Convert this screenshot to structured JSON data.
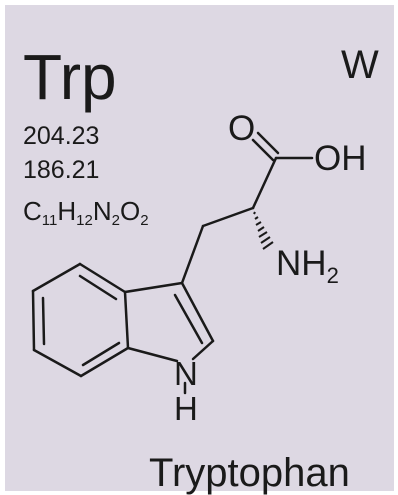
{
  "amino_acid": {
    "three_letter": "Trp",
    "one_letter": "W",
    "molecular_weight": "204.23",
    "residue_weight": "186.21",
    "formula": {
      "C": "C",
      "C_count": "11",
      "H": "H",
      "H_count": "12",
      "N": "N",
      "N_count": "2",
      "O": "O",
      "O_count": "2"
    },
    "name": "Tryptophan"
  },
  "structure": {
    "atom_O": "O",
    "atom_OH": "OH",
    "atom_N": "N",
    "atom_H": "H",
    "amine": {
      "main": "NH",
      "sub": "2"
    }
  },
  "colors": {
    "card_background": "#ddd8e3",
    "ink": "#1a1a1a"
  }
}
